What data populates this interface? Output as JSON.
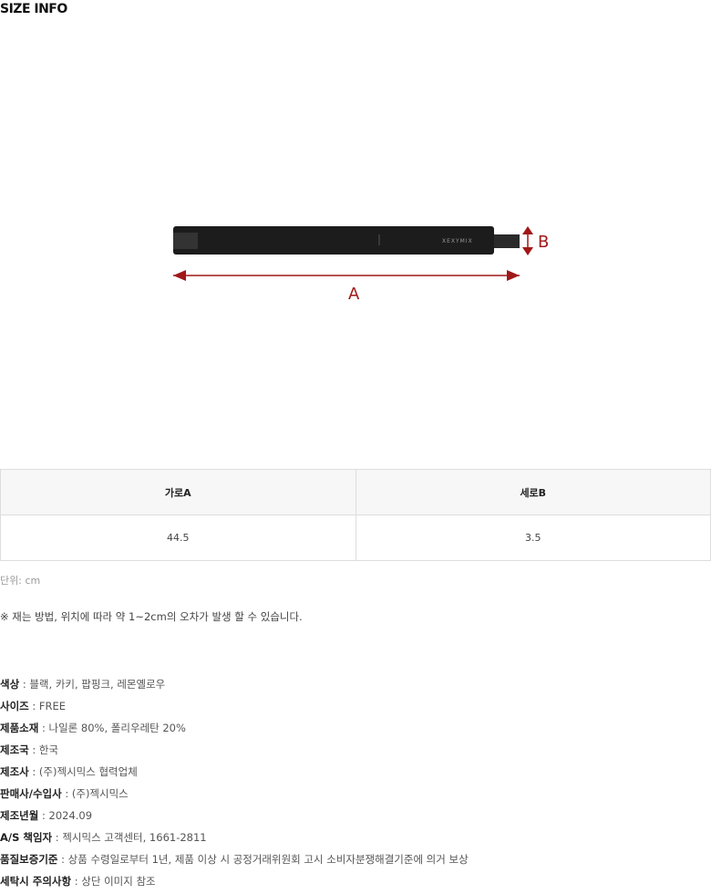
{
  "title": "SIZE INFO",
  "figure": {
    "brand": "XEXYMIX",
    "label_a": "A",
    "label_b": "B",
    "accent": "#a01818"
  },
  "table": {
    "headers": [
      "가로A",
      "세로B"
    ],
    "values": [
      "44.5",
      "3.5"
    ]
  },
  "unit": "단위: cm",
  "note": "※ 재는 방법, 위치에 따라 약 1~2cm의 오차가 발생 할 수 있습니다.",
  "info": [
    {
      "k": "색상",
      "v": " : 블랙, 카키, 팝핑크, 레몬옐로우"
    },
    {
      "k": "사이즈",
      "v": " : FREE"
    },
    {
      "k": "제품소재",
      "v": " : 나일론 80%, 폴리우레탄 20%"
    },
    {
      "k": "제조국",
      "v": " : 한국"
    },
    {
      "k": "제조사",
      "v": " : (주)젝시믹스 협력업체"
    },
    {
      "k": "판매사/수입사",
      "v": " : (주)젝시믹스"
    },
    {
      "k": "제조년월",
      "v": " : 2024.09"
    },
    {
      "k": "A/S 책임자",
      "v": " : 젝시믹스 고객센터, 1661-2811"
    },
    {
      "k": "품질보증기준",
      "v": " : 상품 수령일로부터 1년, 제품 이상 시 공정거래위원회 고시 소비자분쟁해결기준에 의거 보상"
    },
    {
      "k": "세탁시 주의사항",
      "v": " : 상단 이미지 참조"
    }
  ]
}
